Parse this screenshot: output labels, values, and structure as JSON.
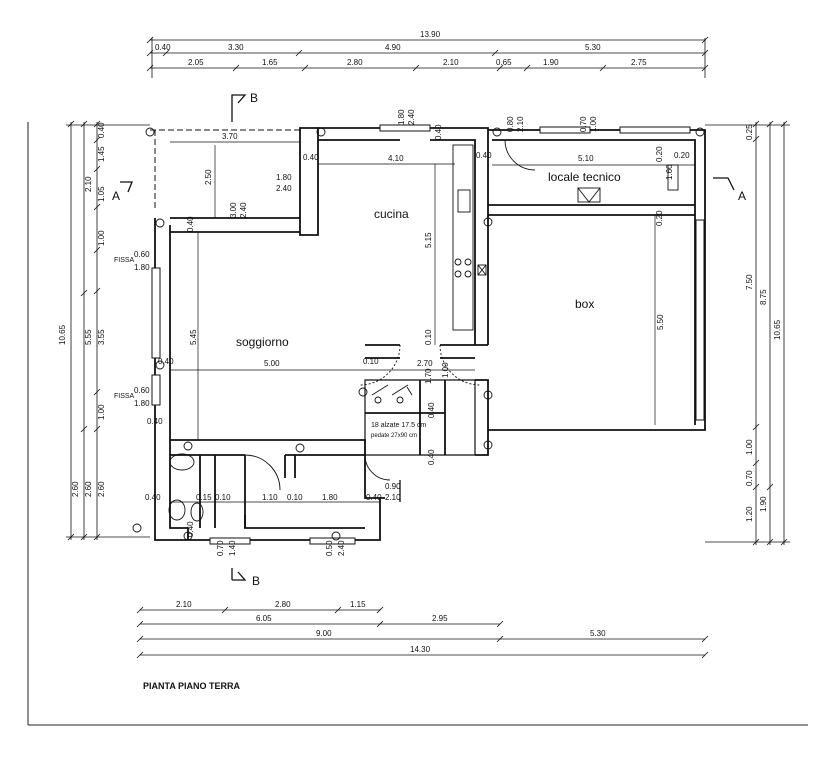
{
  "title": "PIANTA PIANO TERRA",
  "rooms": {
    "cucina": "cucina",
    "soggiorno": "soggiorno",
    "locale_tecnico": "locale tecnico",
    "box": "box"
  },
  "section_marks": {
    "a": "A",
    "b": "B"
  },
  "stair_note": {
    "line1": "18 alzate 17.5 cm",
    "line2": "pedate 27x90 cm"
  },
  "fissa": "FISSA",
  "top_dimensions": {
    "total": "13.90",
    "row1": [
      "0.40",
      "3.30",
      "4.90",
      "5.30"
    ],
    "row2": [
      "2.05",
      "1.65",
      "2.80",
      "2.10",
      "0.65",
      "1.90",
      "2.75"
    ]
  },
  "bottom_dimensions": {
    "row1": [
      "2.10",
      "2.80",
      "1.15"
    ],
    "row2": [
      "6.05",
      "2.95"
    ],
    "row3": [
      "9.00",
      "5.30"
    ],
    "total": "14.30"
  },
  "left_dimensions": {
    "col1": [
      "0.40",
      "1.45",
      "2.10",
      "1.05",
      "1.00",
      "3.55",
      "1.00",
      "2.60"
    ],
    "col2": [
      "10.65",
      "5.55",
      "2.60"
    ],
    "window_labels": [
      "0.60",
      "1.80",
      "0.60",
      "1.80"
    ]
  },
  "right_dimensions": {
    "col1": [
      "0.25",
      "7.50",
      "1.00",
      "0.70",
      "1.20"
    ],
    "col2": [
      "8.75",
      "1.90"
    ],
    "col3": [
      "10.65"
    ]
  },
  "interior_dimensions": {
    "d370": "3.70",
    "d250": "2.50",
    "d180a": "1.80",
    "d240a": "2.40",
    "d300": "3.00",
    "d240b": "2.40",
    "d040a": "0.40",
    "d410": "4.10",
    "d180b": "1.80",
    "d240c": "2.40",
    "d040b": "0.40",
    "d515": "5.15",
    "d545": "5.45",
    "d500": "5.00",
    "d010a": "0.10",
    "d270": "2.70",
    "d170": "1.70",
    "d010b": "0.10",
    "d040c": "0.40",
    "d040d": "0.40",
    "d080": "0.80",
    "d210a": "2.10",
    "d070": "0.70",
    "d100": "1.00",
    "d510": "5.10",
    "d020a": "0.20",
    "d020b": "0.20",
    "d160": "1.60",
    "d020c": "0.20",
    "d550": "5.50",
    "d040e": "0.40",
    "d040f": "0.40",
    "d010c": "0.10",
    "d110": "1.10",
    "d010d": "0.10",
    "d180c": "1.80",
    "d040g": "0.40",
    "d015": "0.15",
    "d040h": "0.40",
    "d210b": "2.10",
    "d090": "0.90",
    "d040i": "0.40",
    "d070b": "0.70",
    "d140": "1.40",
    "d050": "0.50",
    "d240d": "2.40",
    "d100b": "1.00",
    "d040j": "0.40"
  }
}
